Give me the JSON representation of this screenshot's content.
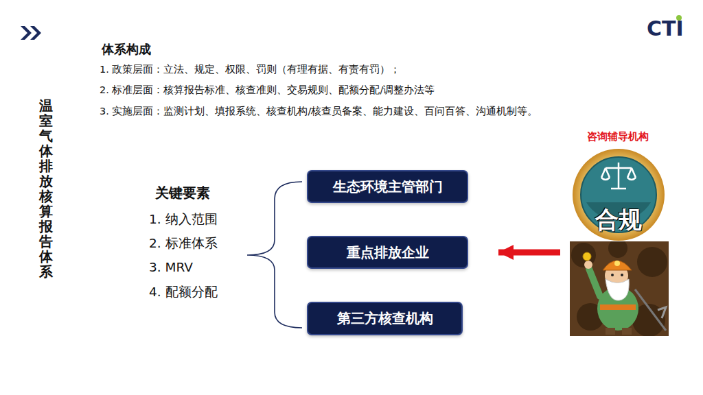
{
  "diagram": {
    "title": "温室气体排放核算报告体系",
    "nodes": [
      {
        "text": [
          "生态环境主管部门"
        ]
      },
      {
        "text": [
          "重点排放企业"
        ]
      },
      {
        "text": [
          "第三方核查机构"
        ]
      },
      {
        "text": [
          "咨询辅导机构",
          "合规"
        ]
      }
    ],
    "edges": [
      {
        "from": 3,
        "to": 1,
        "arrow": "to"
      }
    ],
    "labels": [
      "体系构成",
      "1. 政策层面：立法、规定、权限、罚则（有理有据、有责有罚）；",
      "2. 标准层面：核算报告标准、核查准则、交易规则、配额分配/调整办法等",
      "3. 实施层面：监测计划、填报系统、核查机构/核查员备案、能力建设、百问百答、沟通机制等。",
      "关键要素",
      "1. 纳入范围",
      "2. 标准体系",
      "3. MRV",
      "4. 配额分配",
      "CTI"
    ]
  }
}
